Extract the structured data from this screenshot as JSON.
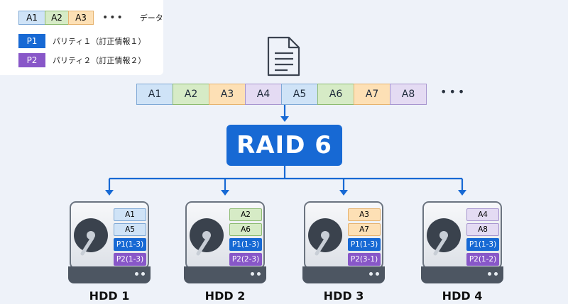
{
  "legend": {
    "data_blocks": [
      "A1",
      "A2",
      "A3"
    ],
    "dots": "•••",
    "data_text": "データ",
    "p1_label": "P1",
    "p1_text": "パリティ１（訂正情報１）",
    "p2_label": "P2",
    "p2_text": "パリティ２（訂正情報２）"
  },
  "strip": {
    "cells": [
      "A1",
      "A2",
      "A3",
      "A4",
      "A5",
      "A6",
      "A7",
      "A8"
    ],
    "dots": "•••"
  },
  "raid": {
    "label": "RAID 6"
  },
  "hdds": [
    {
      "name": "HDD 1",
      "blocks": [
        "A1",
        "A5"
      ],
      "p1": "P1(1-3)",
      "p2": "P2(1-3)"
    },
    {
      "name": "HDD 2",
      "blocks": [
        "A2",
        "A6"
      ],
      "p1": "P1(1-3)",
      "p2": "P2(2-3)"
    },
    {
      "name": "HDD 3",
      "blocks": [
        "A3",
        "A7"
      ],
      "p1": "P1(1-3)",
      "p2": "P2(3-1)"
    },
    {
      "name": "HDD 4",
      "blocks": [
        "A4",
        "A8"
      ],
      "p1": "P1(1-3)",
      "p2": "P2(1-2)"
    }
  ],
  "colors": {
    "blue_fill": "#cfe3f7",
    "blue_border": "#7fa9d6",
    "green_fill": "#d6ebc6",
    "green_border": "#8dbb71",
    "orange_fill": "#fde0b5",
    "orange_border": "#e6b36f",
    "purple_fill": "#e4dbf3",
    "purple_border": "#a795cf",
    "p1": "#1769d4",
    "p2": "#8857c8",
    "arrow": "#1769d4"
  },
  "icons": [
    "document-icon",
    "arrow-down-icon",
    "hard-disk-icon"
  ]
}
